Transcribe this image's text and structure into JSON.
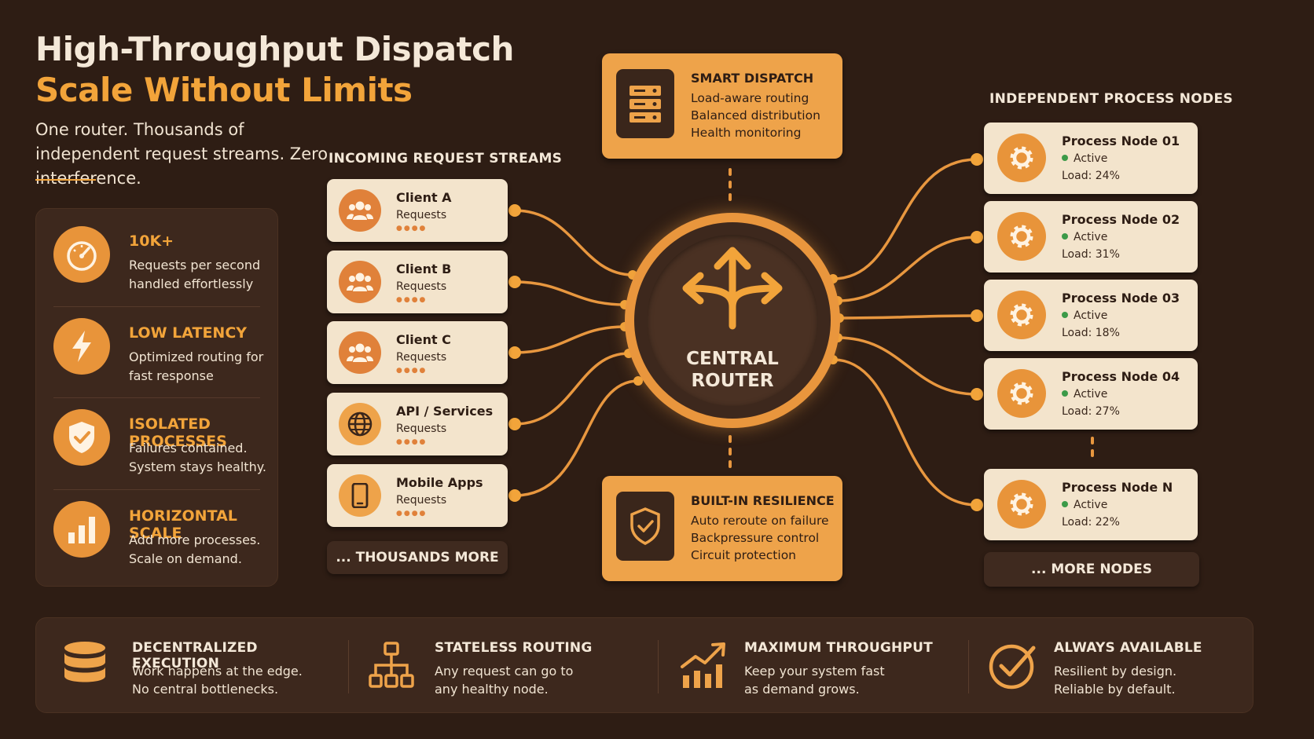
{
  "header": {
    "title_line1": "High-Throughput Dispatch",
    "title_line2": "Scale Without Limits",
    "subtitle": "One router. Thousands of independent request streams. Zero interference."
  },
  "stats": [
    {
      "heading": "10K+",
      "desc": "Requests per second handled effortlessly",
      "icon": "speedometer-icon"
    },
    {
      "heading": "LOW LATENCY",
      "desc": "Optimized routing for fast response",
      "icon": "lightning-icon"
    },
    {
      "heading": "ISOLATED PROCESSES",
      "desc": "Failures contained. System stays healthy.",
      "icon": "shield-check-icon"
    },
    {
      "heading": "HORIZONTAL SCALE",
      "desc": "Add more processes. Scale on demand.",
      "icon": "bar-chart-icon"
    }
  ],
  "incoming": {
    "label": "INCOMING REQUEST STREAMS",
    "clients": [
      {
        "name": "Client A",
        "sub": "Requests",
        "icon": "users-icon"
      },
      {
        "name": "Client B",
        "sub": "Requests",
        "icon": "users-icon"
      },
      {
        "name": "Client C",
        "sub": "Requests",
        "icon": "users-icon"
      },
      {
        "name": "API / Services",
        "sub": "Requests",
        "icon": "globe-icon"
      },
      {
        "name": "Mobile Apps",
        "sub": "Requests",
        "icon": "phone-icon"
      }
    ],
    "more": "... THOUSANDS MORE"
  },
  "dispatch": {
    "heading": "SMART DISPATCH",
    "lines": [
      "Load-aware routing",
      "Balanced distribution",
      "Health monitoring"
    ],
    "icon": "server-icon"
  },
  "router": {
    "line1": "CENTRAL",
    "line2": "ROUTER",
    "icon": "split-arrows-icon"
  },
  "resilience": {
    "heading": "BUILT-IN RESILIENCE",
    "lines": [
      "Auto reroute on failure",
      "Backpressure control",
      "Circuit protection"
    ],
    "icon": "shield-check-icon"
  },
  "nodes": {
    "label": "INDEPENDENT PROCESS NODES",
    "items": [
      {
        "name": "Process Node 01",
        "status": "Active",
        "load": "Load: 24%"
      },
      {
        "name": "Process Node 02",
        "status": "Active",
        "load": "Load: 31%"
      },
      {
        "name": "Process Node 03",
        "status": "Active",
        "load": "Load: 18%"
      },
      {
        "name": "Process Node 04",
        "status": "Active",
        "load": "Load: 27%"
      },
      {
        "name": "Process Node N",
        "status": "Active",
        "load": "Load: 22%"
      }
    ],
    "more": "... MORE NODES"
  },
  "features": [
    {
      "heading": "DECENTRALIZED EXECUTION",
      "l1": "Work happens at the edge.",
      "l2": "No central bottlenecks.",
      "icon": "database-icon"
    },
    {
      "heading": "STATELESS ROUTING",
      "l1": "Any request can go to",
      "l2": "any healthy node.",
      "icon": "hierarchy-icon"
    },
    {
      "heading": "MAXIMUM THROUGHPUT",
      "l1": "Keep your system fast",
      "l2": "as demand grows.",
      "icon": "trend-up-icon"
    },
    {
      "heading": "ALWAYS AVAILABLE",
      "l1": "Resilient by design.",
      "l2": "Reliable by default.",
      "icon": "check-circle-icon"
    }
  ],
  "colors": {
    "accent": "#f2a43a",
    "background": "#2e1d14",
    "card": "#f3e4cc",
    "active": "#3c9a48"
  }
}
